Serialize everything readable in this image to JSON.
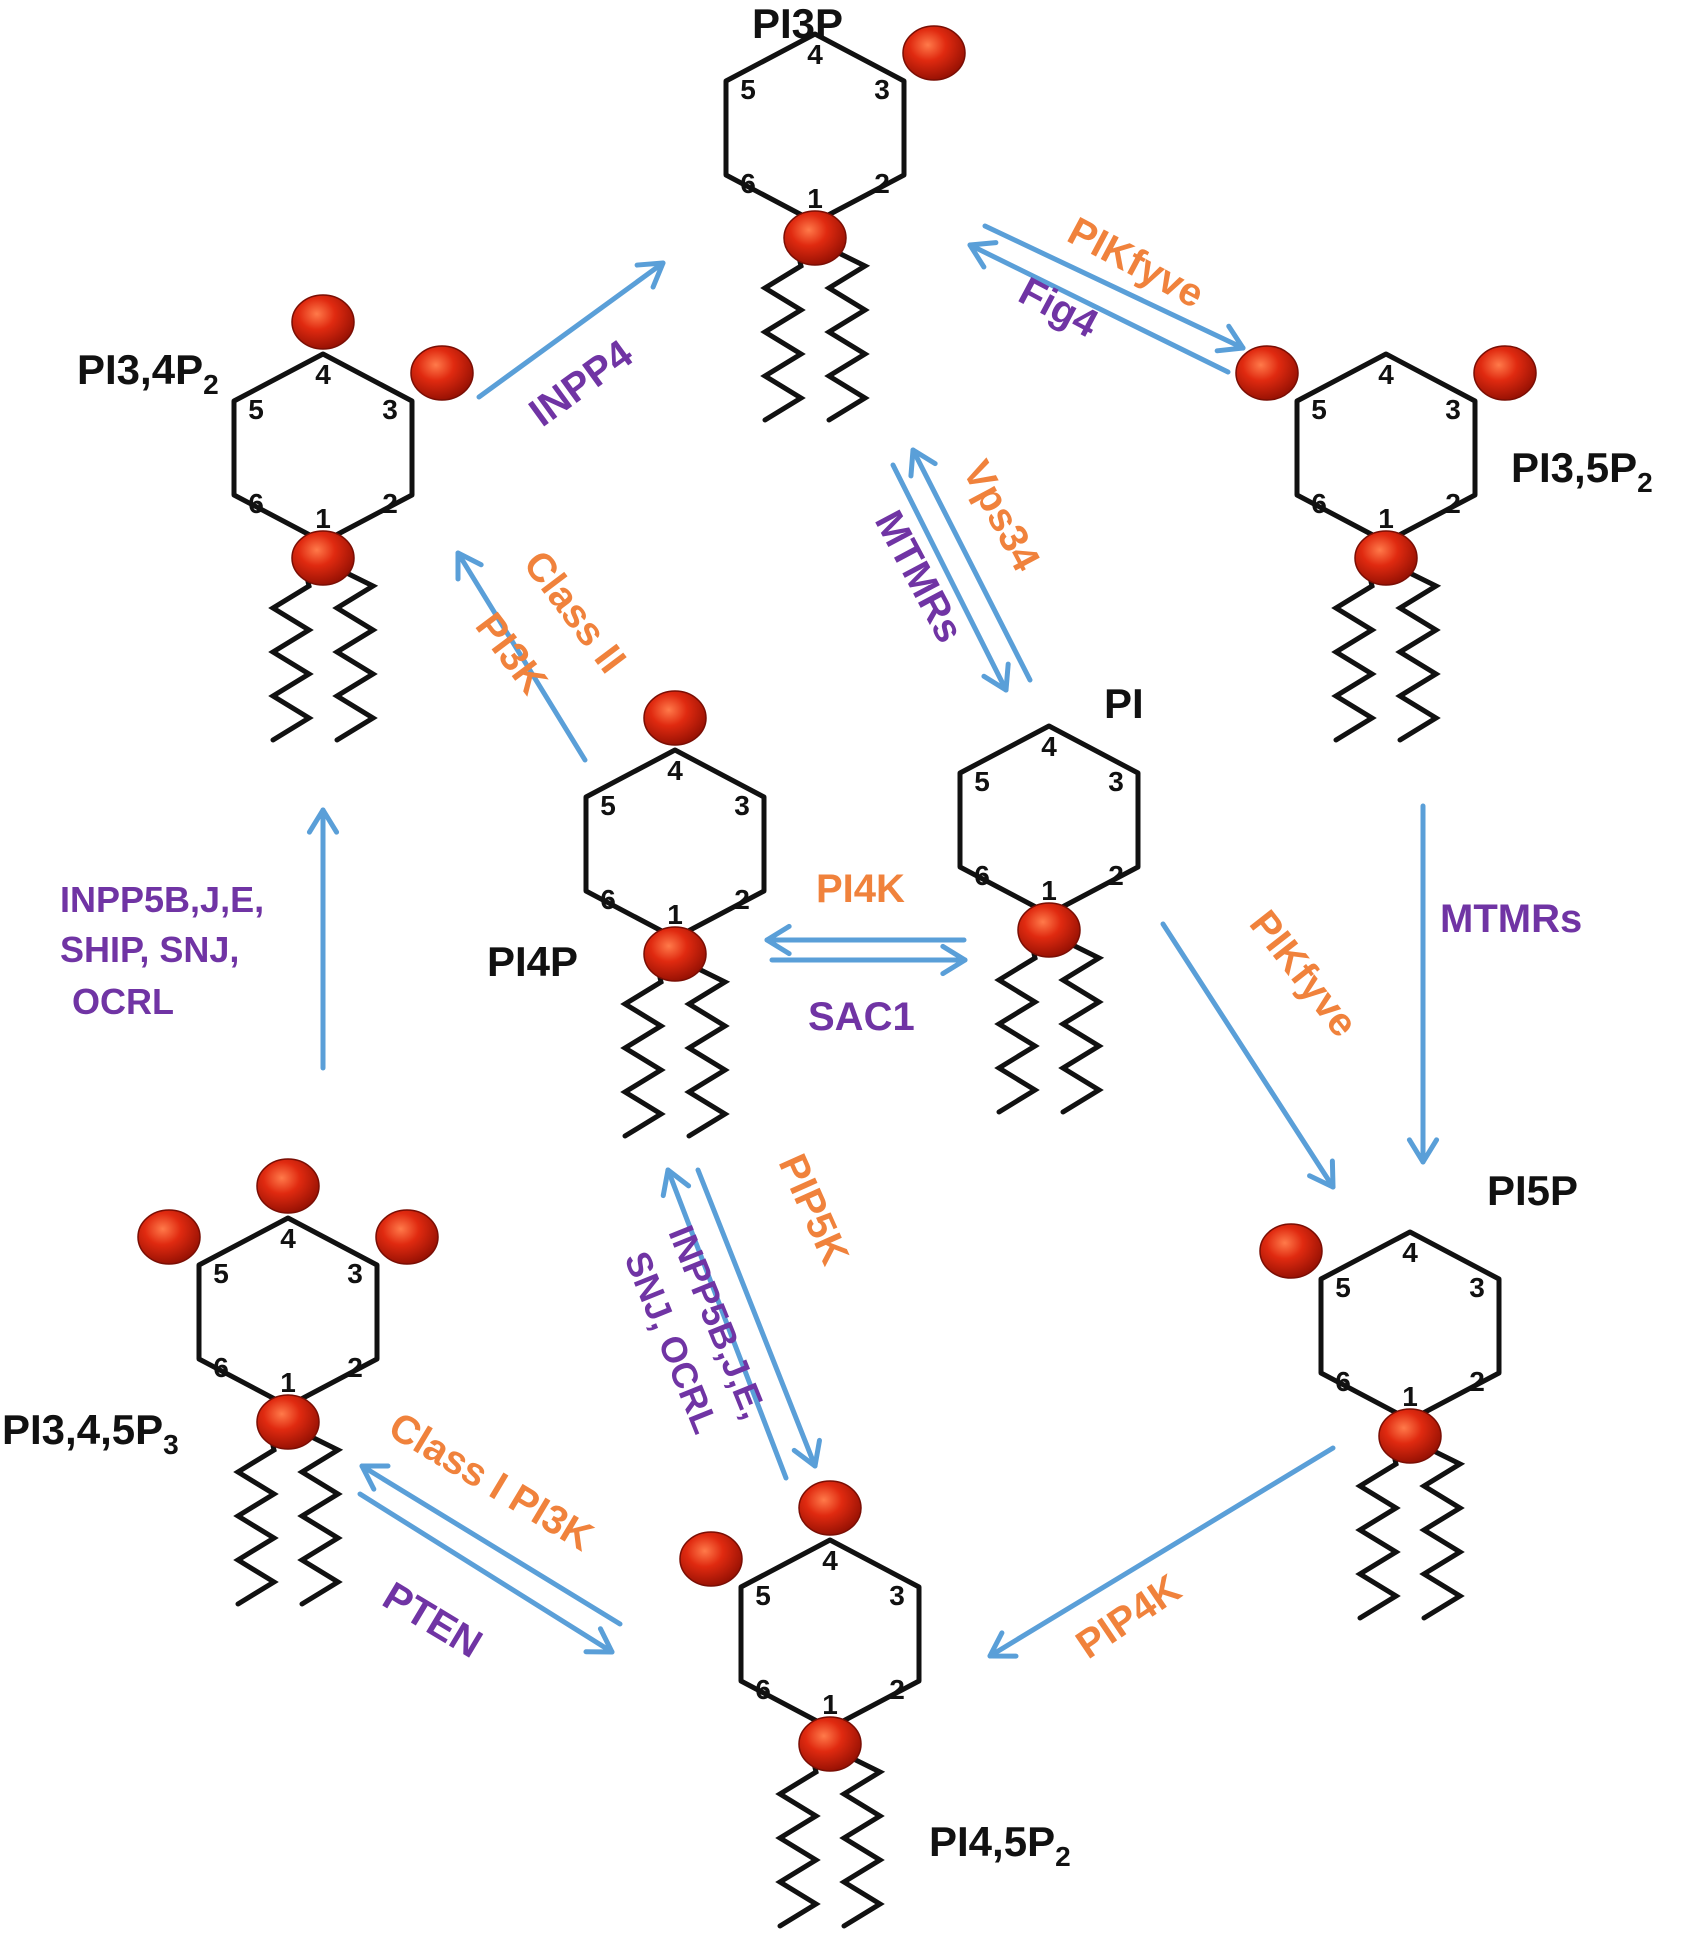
{
  "colors": {
    "kinase_text": "#f0823c",
    "phosphatase_text": "#7034a4",
    "arrow": "#5a9fd8",
    "phosphate_fill": "#d8230e",
    "phosphate_stroke": "#7a0e04",
    "structure": "#111111"
  },
  "molecules": {
    "pi3p": {
      "label": "PI3P",
      "sub": ""
    },
    "pi34p2": {
      "label": "PI3,4P",
      "sub": "2"
    },
    "pi35p2": {
      "label": "PI3,5P",
      "sub": "2"
    },
    "pi": {
      "label": "PI",
      "sub": ""
    },
    "pi4p": {
      "label": "PI4P",
      "sub": ""
    },
    "pi5p": {
      "label": "PI5P",
      "sub": ""
    },
    "pi345p3": {
      "label": "PI3,4,5P",
      "sub": "3"
    },
    "pi45p2": {
      "label": "PI4,5P",
      "sub": "2"
    }
  },
  "ring_positions": [
    "1",
    "2",
    "3",
    "4",
    "5",
    "6"
  ],
  "enzymes": {
    "pikfyve_top": "PIKfyve",
    "fig4": "Fig4",
    "inpp4": "INPP4",
    "vps34": "Vps34",
    "mtmrs_diag": "MTMRs",
    "class_ii": "Class II",
    "pi3k": "PI3K",
    "mtmrs_right": "MTMRs",
    "pi4k": "PI4K",
    "sac1": "SAC1",
    "pikfyve_mid": "PIKfyve",
    "inpp5b_left_1": "INPP5B,J,E,",
    "inpp5b_left_2": "SHIP, SNJ,",
    "inpp5b_left_3": "OCRL",
    "pip5k": "PIP5K",
    "inpp5b_mid_1": "INPP5B,J,E,",
    "inpp5b_mid_2": "SNJ,  OCRL",
    "class_i_pi3k": "Class I PI3K",
    "pten": "PTEN",
    "pip4k": "PIP4K"
  }
}
